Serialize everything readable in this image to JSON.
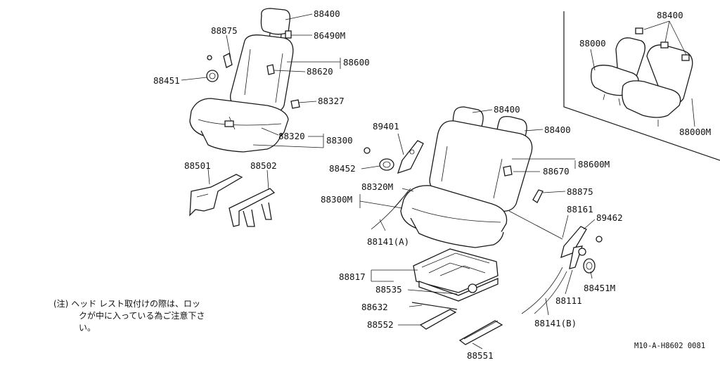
{
  "labels": {
    "p88400_a": "88400",
    "p86490m": "86490M",
    "p88875_a": "88875",
    "p88600": "88600",
    "p88620": "88620",
    "p88451": "88451",
    "p88327": "88327",
    "p88320": "88320",
    "p88300": "88300",
    "p88501": "88501",
    "p88502": "88502",
    "p88400_inset": "88400",
    "p88000": "88000",
    "p88000m": "88000M",
    "p89401": "89401",
    "p88400_b": "88400",
    "p88400_c": "88400",
    "p88452": "88452",
    "p88600m": "88600M",
    "p88670": "88670",
    "p88320m": "88320M",
    "p88300m": "88300M",
    "p88875_b": "88875",
    "p88161": "88161",
    "p89462": "89462",
    "p88141a": "88141(A)",
    "p88817": "88817",
    "p88535": "88535",
    "p88451m": "88451M",
    "p88632": "88632",
    "p88111": "88111",
    "p88552": "88552",
    "p88141b": "88141(B)",
    "p88551": "88551"
  },
  "note": {
    "prefix": "(注)",
    "line1": "ヘッド レスト取付けの際は、ロッ",
    "line2": "クが中に入っている為ご注意下さ",
    "line3": "い。"
  },
  "sheet_code": "M10-A-H8602 0081"
}
